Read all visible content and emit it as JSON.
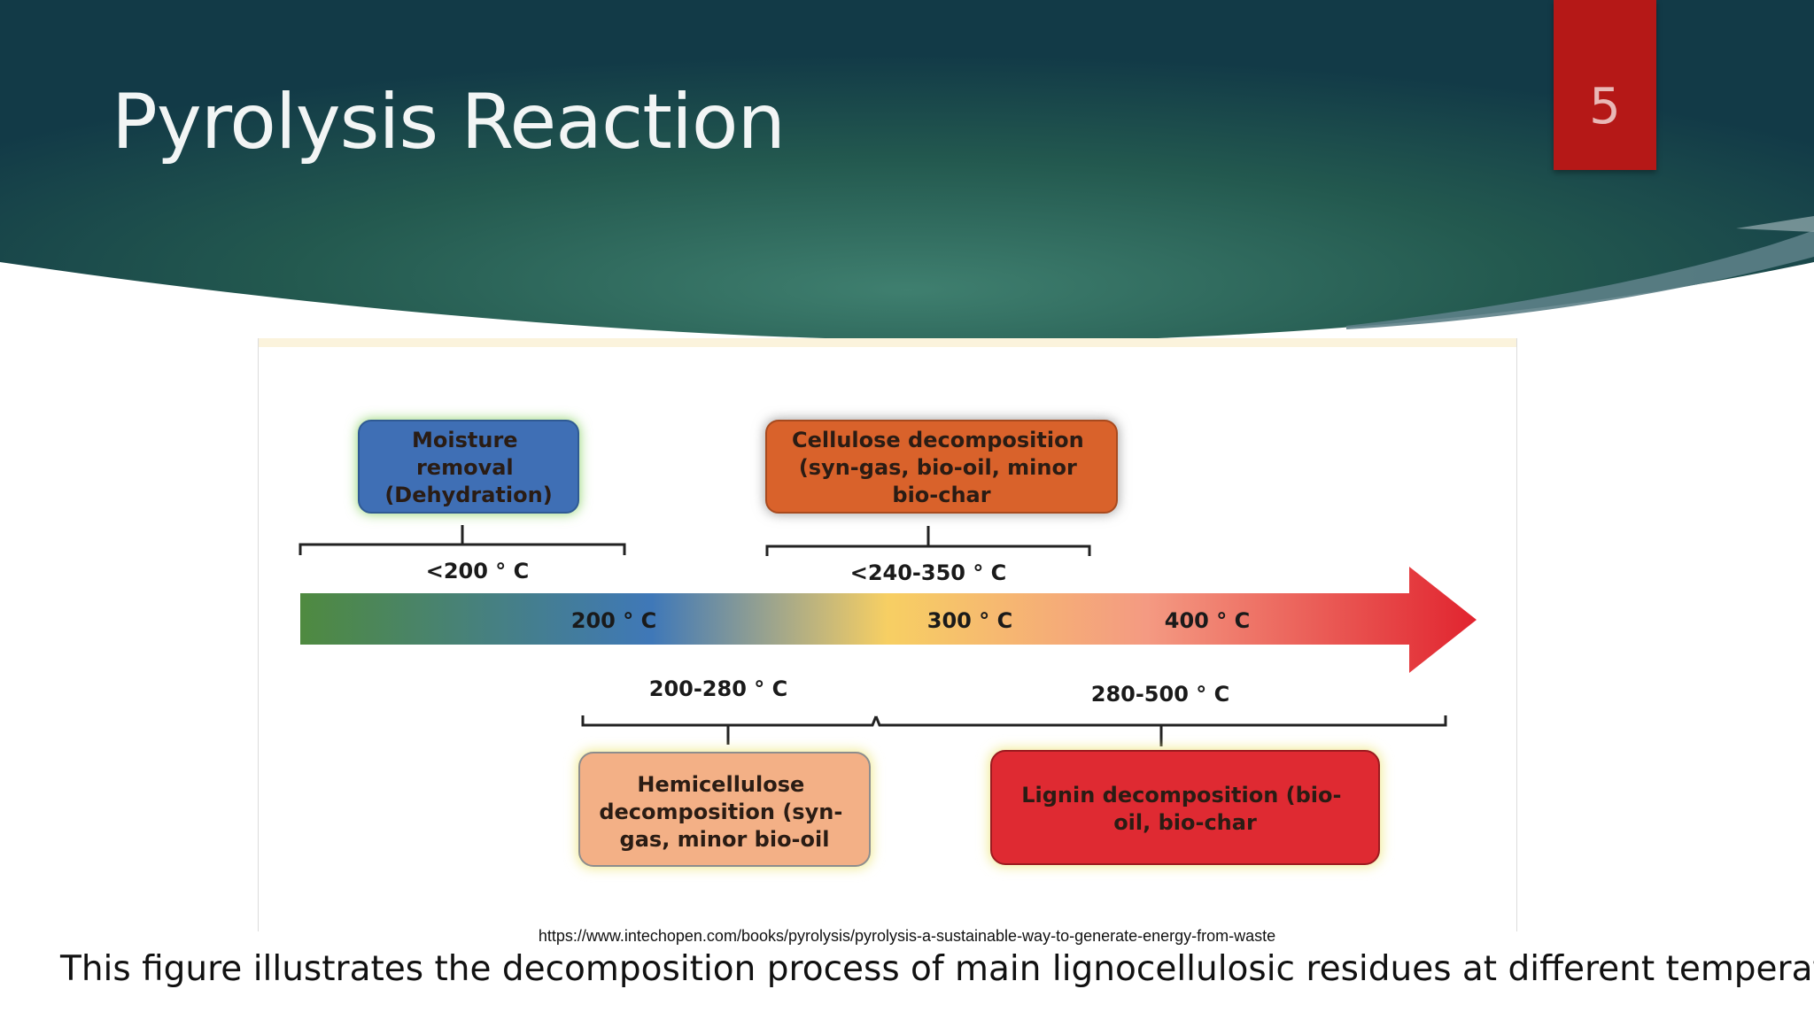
{
  "slide": {
    "title": "Pyrolysis Reaction",
    "page_number": "5",
    "source_url": "https://www.intechopen.com/books/pyrolysis/pyrolysis-a-sustainable-way-to-generate-energy-from-waste",
    "caption": "This figure illustrates the decomposition process of main lignocellulosic residues at different temperature."
  },
  "colors": {
    "header_dark": "#123a47",
    "header_mid": "#3b7a6b",
    "page_tab": "#b51817",
    "arrow_gradient": [
      "#4f8a3f",
      "#3f78b8",
      "#f7cf63",
      "#f49a82",
      "#e1242f"
    ]
  },
  "diagram": {
    "axis_ticks": [
      "200 ° C",
      "300 ° C",
      "400 ° C"
    ],
    "stages": [
      {
        "name": "moisture-removal",
        "lines": [
          "Moisture",
          "removal",
          "(Dehydration)"
        ],
        "range": "<200 ° C",
        "fill": "#3f6fb5",
        "glow": "#8fd36a"
      },
      {
        "name": "cellulose-decomposition",
        "lines": [
          "Cellulose decomposition",
          "(syn-gas, bio-oil, minor",
          "bio-char"
        ],
        "range": "<240-350 ° C",
        "fill": "#d9622b",
        "glow": "#9a9a9a"
      },
      {
        "name": "hemicellulose-decomposition",
        "lines": [
          "Hemicellulose",
          "decomposition (syn-",
          "gas, minor bio-oil"
        ],
        "range": "200-280 ° C",
        "fill": "#f3b086",
        "glow": "#f0e98a"
      },
      {
        "name": "lignin-decomposition",
        "lines": [
          "Lignin decomposition (bio-",
          "oil, bio-char"
        ],
        "range": "280-500 ° C",
        "fill": "#df2a32",
        "glow": "#f0e98a"
      }
    ]
  }
}
